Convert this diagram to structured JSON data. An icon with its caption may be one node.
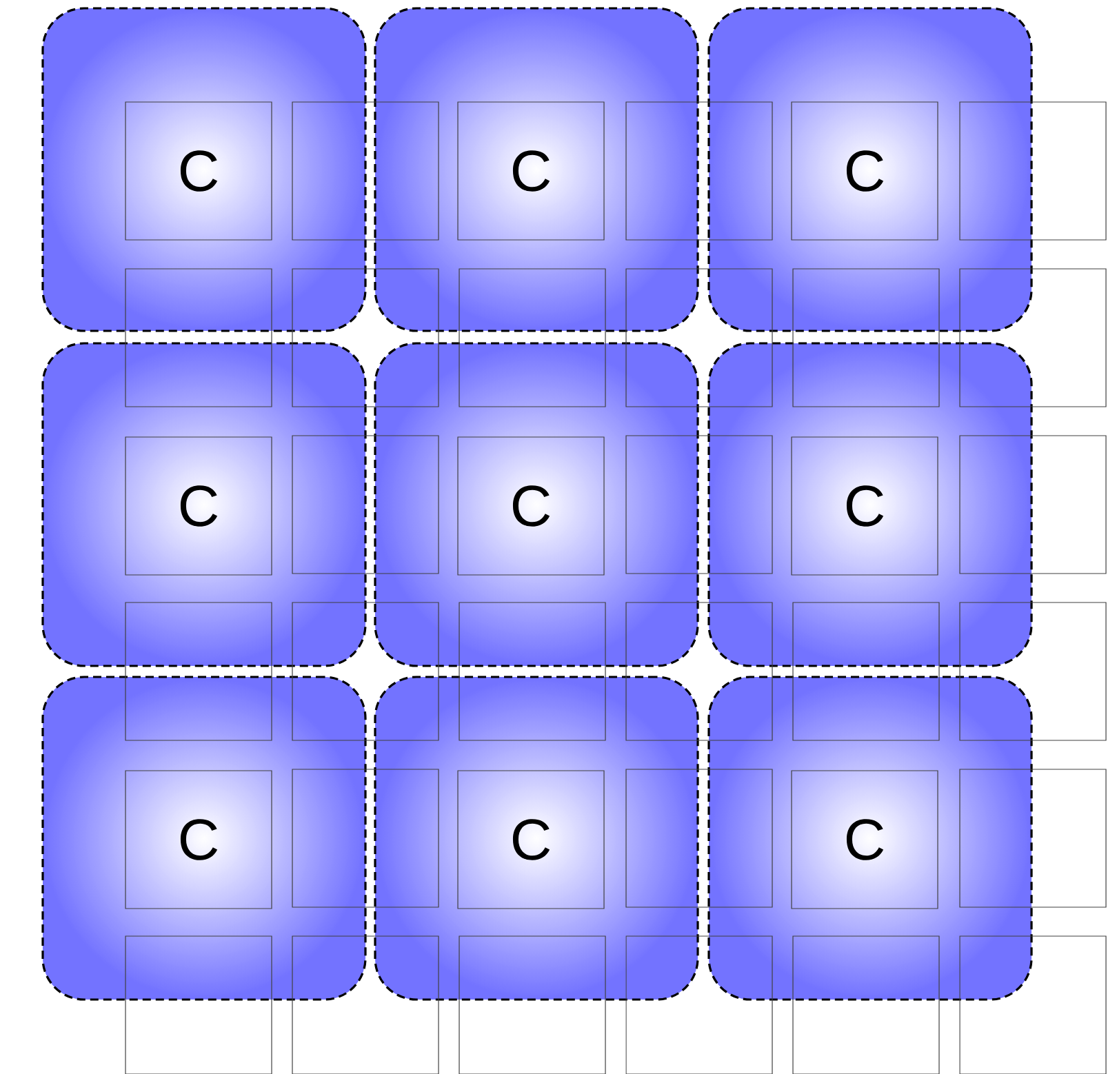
{
  "diagram": {
    "nodes": [
      {
        "text": [],
        "shape": "box"
      },
      {
        "text": [],
        "shape": "box"
      },
      {
        "text": [],
        "shape": "box"
      },
      {
        "text": [],
        "shape": "box"
      },
      {
        "text": [],
        "shape": "box"
      },
      {
        "text": [],
        "shape": "box"
      },
      {
        "text": [],
        "shape": "box"
      },
      {
        "text": [],
        "shape": "box"
      },
      {
        "text": [],
        "shape": "box"
      },
      {
        "text": [
          "C"
        ],
        "in": 0
      },
      {
        "text": [],
        "shape": "box"
      },
      {
        "text": [
          "C"
        ],
        "in": 1
      },
      {
        "text": [],
        "shape": "box"
      },
      {
        "text": [
          "C"
        ],
        "in": 2
      },
      {
        "text": [],
        "shape": "box"
      },
      {
        "text": [],
        "shape": "box"
      },
      {
        "text": [],
        "shape": "box"
      },
      {
        "text": [],
        "shape": "box"
      },
      {
        "text": [],
        "shape": "box"
      },
      {
        "text": [],
        "shape": "box"
      },
      {
        "text": [],
        "shape": "box"
      },
      {
        "text": [
          "C"
        ],
        "in": 3
      },
      {
        "text": [],
        "shape": "box"
      },
      {
        "text": [
          "C"
        ],
        "in": 4
      },
      {
        "text": [],
        "shape": "box"
      },
      {
        "text": [
          "C"
        ],
        "in": 5
      },
      {
        "text": [],
        "shape": "box"
      },
      {
        "text": [],
        "shape": "box"
      },
      {
        "text": [],
        "shape": "box"
      },
      {
        "text": [],
        "shape": "box"
      },
      {
        "text": [],
        "shape": "box"
      },
      {
        "text": [],
        "shape": "box"
      },
      {
        "text": [],
        "shape": "box"
      },
      {
        "text": [
          "C"
        ],
        "in": 6
      },
      {
        "text": [],
        "shape": "box"
      },
      {
        "text": [
          "C"
        ],
        "in": 7
      },
      {
        "text": [],
        "shape": "box"
      },
      {
        "text": [
          "C"
        ],
        "in": 8
      },
      {
        "text": [],
        "shape": "box"
      },
      {
        "text": [],
        "shape": "box"
      },
      {
        "text": [],
        "shape": "box"
      },
      {
        "text": [],
        "shape": "box"
      },
      {
        "text": [],
        "shape": "box"
      },
      {
        "text": [],
        "shape": "box"
      },
      {
        "text": [],
        "shape": "box"
      }
    ]
  }
}
